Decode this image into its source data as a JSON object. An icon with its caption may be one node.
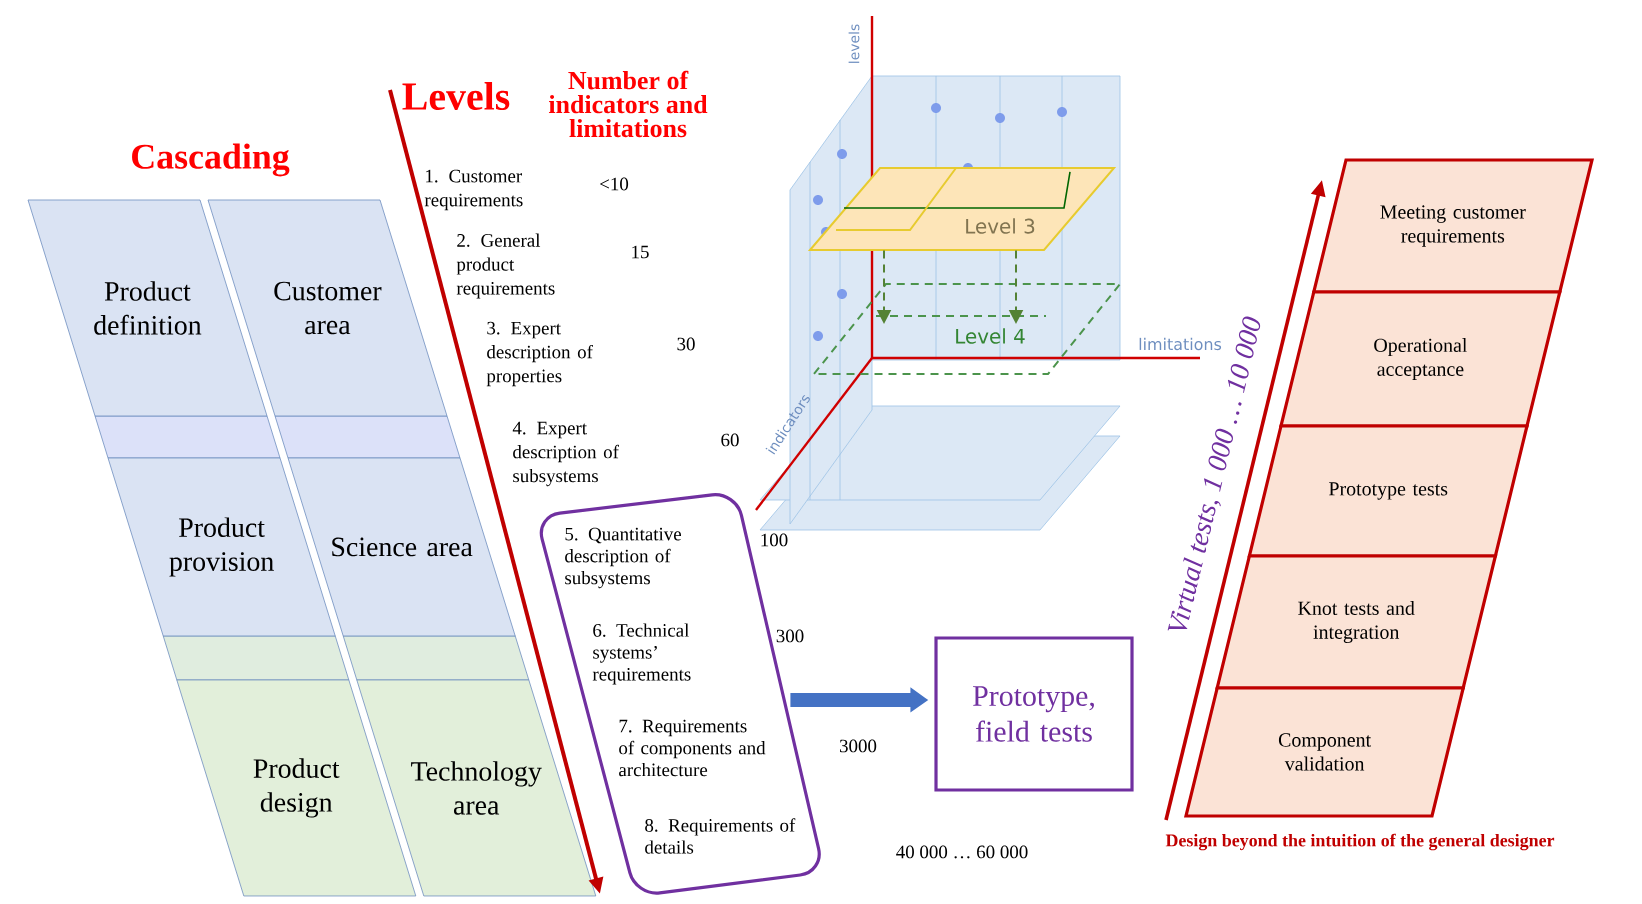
{
  "diagram": {
    "nodes": [
      {
        "text": [
          "Product definition"
        ]
      },
      {
        "text": [
          "Customer area"
        ]
      },
      {
        "text": [
          "Product provision"
        ]
      },
      {
        "text": [
          "Science area"
        ]
      },
      {
        "text": [
          "Product design"
        ]
      },
      {
        "text": [
          "Technology area"
        ]
      },
      {
        "text": [
          "5. Quantitative description of subsystems",
          "6. Technical systems’ requirements",
          "7. Requirements of components and architecture",
          "8. Requirements of details"
        ]
      },
      {
        "text": [
          "Prototype, field tests"
        ]
      },
      {
        "text": [
          "Meeting customer requirements"
        ]
      },
      {
        "text": [
          "Operational acceptance"
        ]
      },
      {
        "text": [
          "Prototype tests"
        ]
      },
      {
        "text": [
          "Knot tests and integration"
        ]
      },
      {
        "text": [
          "Component validation"
        ]
      },
      {
        "text": [
          "Level 3"
        ]
      },
      {
        "text": [
          "Level 4"
        ]
      }
    ],
    "edges": [
      {
        "from": 6,
        "to": 7,
        "arrow": "to",
        "style": "thick",
        "color": "#4472c4"
      },
      {
        "from": 13,
        "to": 14,
        "arrow": "to",
        "style": "dashed",
        "color": "#548235"
      },
      {
        "from": 13,
        "to": 14,
        "arrow": "to",
        "style": "dashed",
        "color": "#548235"
      }
    ],
    "labels": [
      "Cascading",
      "Levels",
      "Number of indicators and limitations",
      "1. Customer requirements",
      "<10",
      "2. General product requirements",
      "15",
      "3. Expert description of properties",
      "30",
      "4. Expert description of subsystems",
      "60",
      "100",
      "300",
      "3000",
      "levels",
      "limitations",
      "indicators",
      "Virtual tests, 1 000 … 10 000",
      "40 000 … 60 000",
      "Design beyond the intuition of the general designer"
    ]
  }
}
